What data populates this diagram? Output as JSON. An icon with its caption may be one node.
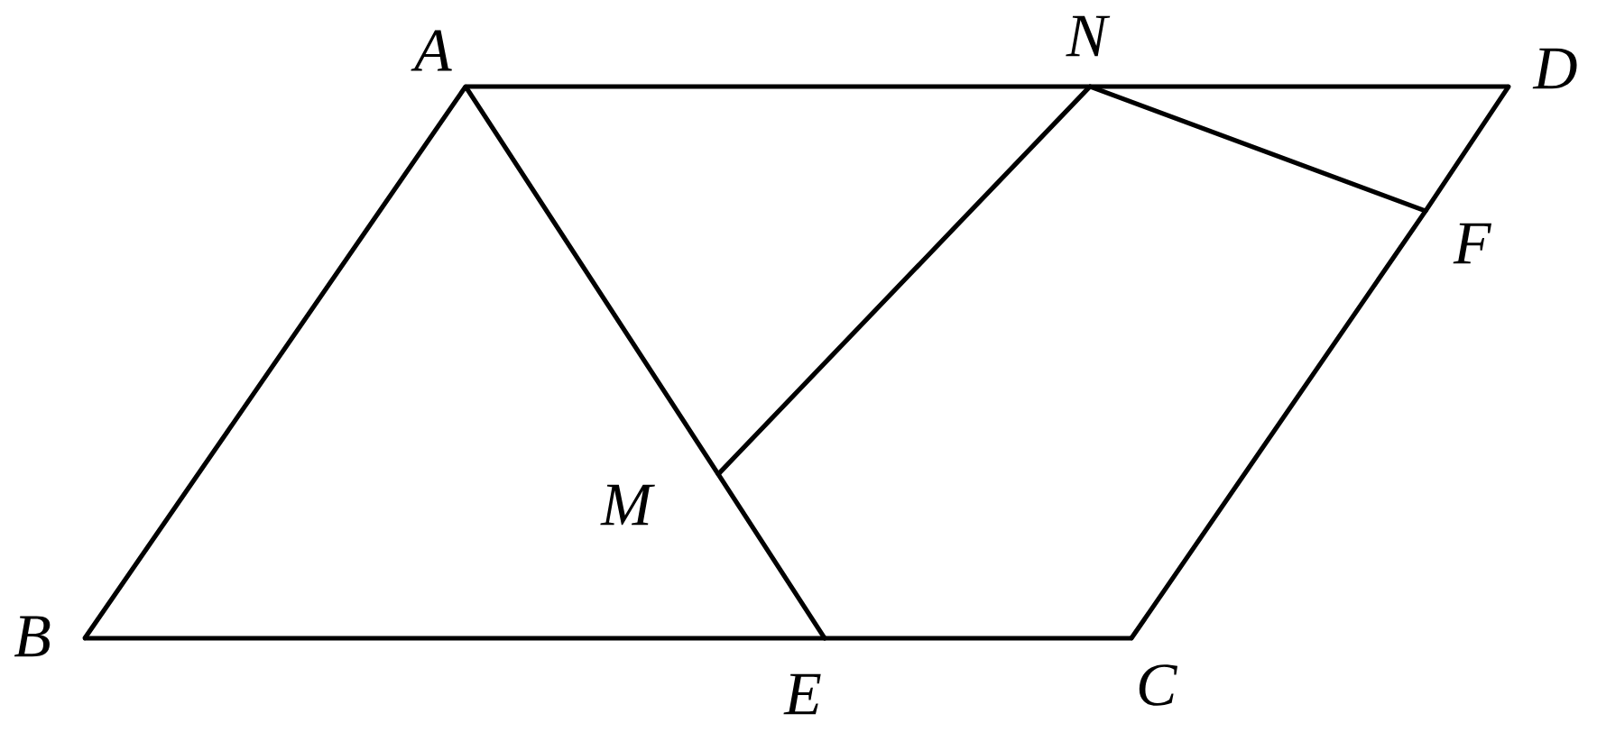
{
  "diagram": {
    "nodes": [
      {
        "text": [
          "*A*"
        ]
      },
      {
        "text": [
          "*N*"
        ]
      },
      {
        "text": [
          "*D*"
        ]
      },
      {
        "text": [
          "*F*"
        ]
      },
      {
        "text": [
          "*B*"
        ]
      },
      {
        "text": [
          "*E*"
        ]
      },
      {
        "text": [
          "*C*"
        ]
      },
      {
        "text": [
          "*M*"
        ]
      }
    ],
    "edges": [
      {
        "from": 0,
        "to": 1,
        "arrow": "none"
      },
      {
        "from": 1,
        "to": 2,
        "arrow": "none"
      },
      {
        "from": 2,
        "to": 3,
        "arrow": "none"
      },
      {
        "from": 3,
        "to": 6,
        "arrow": "none"
      },
      {
        "from": 6,
        "to": 5,
        "arrow": "none"
      },
      {
        "from": 5,
        "to": 4,
        "arrow": "none"
      },
      {
        "from": 4,
        "to": 0,
        "arrow": "none"
      },
      {
        "from": 0,
        "to": 7,
        "arrow": "none"
      },
      {
        "from": 7,
        "to": 5,
        "arrow": "none"
      },
      {
        "from": 7,
        "to": 1,
        "arrow": "none"
      },
      {
        "from": 1,
        "to": 3,
        "arrow": "none"
      }
    ]
  }
}
